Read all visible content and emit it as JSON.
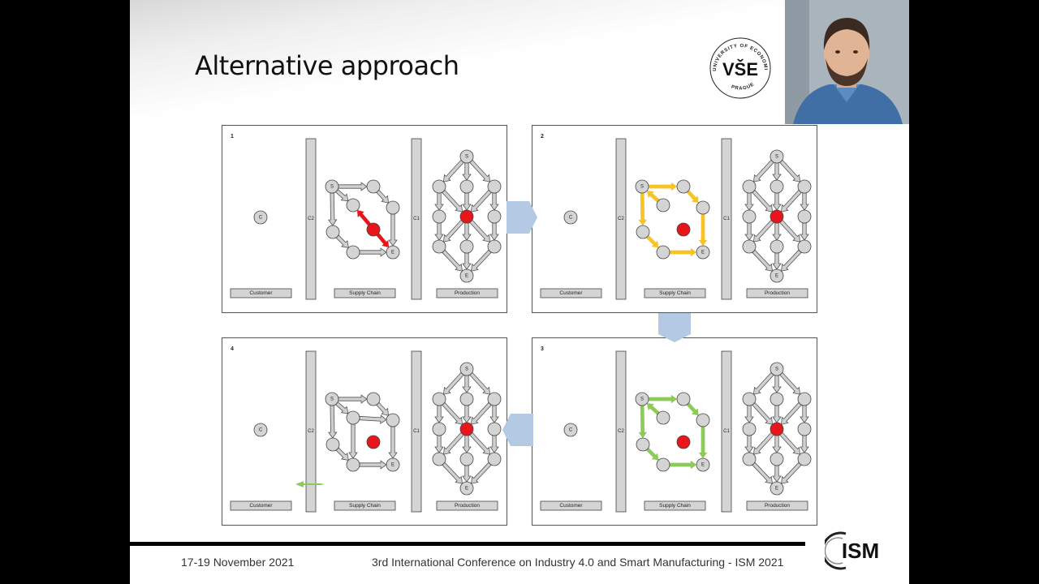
{
  "slide": {
    "title": "Alternative approach",
    "footer_date": "17-19 November 2021",
    "footer_conference": "3rd International Conference on Industry 4.0 and Smart Manufacturing - ISM 2021",
    "logo_text": "VŠE",
    "logo_ring_text": "UNIVERSITY OF ECONOMICS AND BUSINESS",
    "logo_city": "PRAGUE",
    "ism_logo_text": "ISM"
  },
  "panel_labels": {
    "customer": "Customer",
    "supply_chain": "Supply Chain",
    "production": "Production",
    "c": "C",
    "c1": "C1",
    "c2": "C2",
    "s": "S",
    "e": "E"
  },
  "panels": [
    {
      "number": "1",
      "highlight": "red"
    },
    {
      "number": "2",
      "highlight": "orange"
    },
    {
      "number": "3",
      "highlight": "green"
    },
    {
      "number": "4",
      "highlight": "none"
    }
  ],
  "colors": {
    "red": "#e8161b",
    "orange": "#f7c325",
    "green": "#8dcb58",
    "node_gray": "#d4d4d4",
    "flow_arrow": "#b4c9e4"
  }
}
